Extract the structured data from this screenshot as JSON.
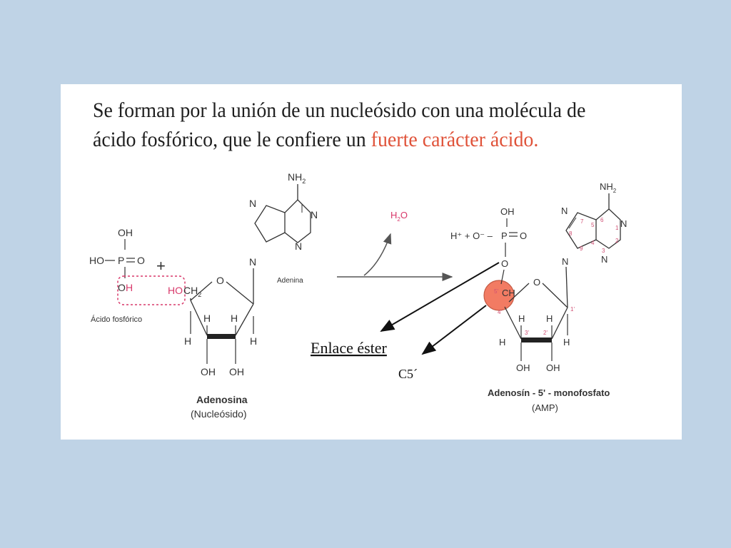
{
  "heading": {
    "line1": "Se forman por la unión de un nucleósido con una molécula de",
    "line2_prefix": "ácido fosfórico, que le confiere un ",
    "line2_highlight": "fuerte carácter ácido."
  },
  "phosphoric_acid": {
    "oh_top": "OH",
    "ho": "HO",
    "p": "P",
    "o": "O",
    "o_bottom": "O",
    "h_red": "H",
    "label": "Ácido fosfórico"
  },
  "plus_sign": "+",
  "adenosine": {
    "nh2": "NH",
    "nh2_sub": "2",
    "n": "N",
    "base_label": "Adenina",
    "ring_o": "O",
    "ho": "HO",
    "ch2": "CH",
    "ch2_sub": "2",
    "h": "H",
    "oh": "OH",
    "name": "Adenosina",
    "subtitle": "(Nucleósido)"
  },
  "reaction": {
    "water": "H",
    "water_sub": "2",
    "water_o": "O"
  },
  "amp": {
    "nh2": "NH",
    "nh2_sub": "2",
    "n": "N",
    "oh_top": "OH",
    "phosphate_left": "H⁺ + O⁻ –",
    "p": "P",
    "o": "O",
    "ch": "CH",
    "ring_o": "O",
    "h": "H",
    "oh": "OH",
    "num_1p": "1'",
    "num_2p": "2'",
    "num_3p": "3'",
    "num_4p": "4'",
    "num_5p": "5'",
    "num_1": "1",
    "num_2": "2",
    "num_3": "3",
    "num_4": "4",
    "num_5": "5",
    "num_6": "6",
    "num_7": "7",
    "num_8": "8",
    "num_9": "9",
    "name": "Adenosín - 5' - monofosfato",
    "subtitle": "(AMP)"
  },
  "annotations": {
    "ester_bond": "Enlace éster",
    "c5": "C5´"
  },
  "colors": {
    "background": "#bfd3e6",
    "panel": "#ffffff",
    "highlight_text": "#e0533a",
    "red_atom": "#d8386a",
    "numbering": "#cf4f73",
    "circle_fill": "#f27b63"
  }
}
